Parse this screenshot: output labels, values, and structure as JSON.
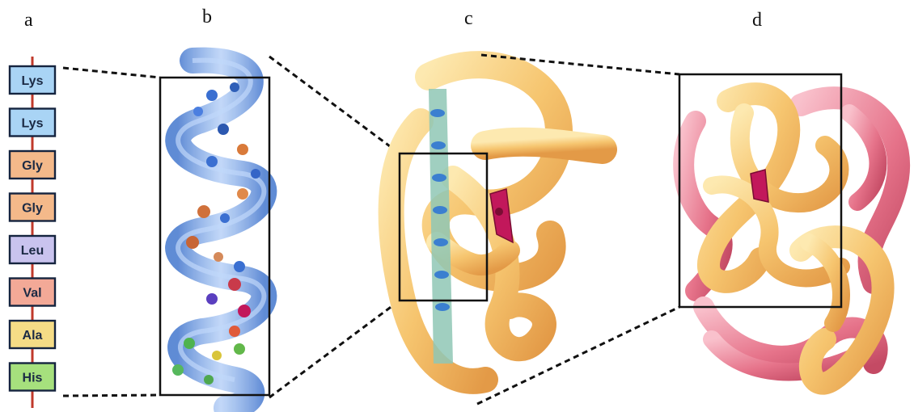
{
  "panels": [
    {
      "id": "a",
      "label": "a"
    },
    {
      "id": "b",
      "label": "b"
    },
    {
      "id": "c",
      "label": "c"
    },
    {
      "id": "d",
      "label": "d"
    }
  ],
  "amino_acids": [
    {
      "name": "Lys",
      "color": "#a9d4f5"
    },
    {
      "name": "Lys",
      "color": "#a9d4f5"
    },
    {
      "name": "Gly",
      "color": "#f4b98a"
    },
    {
      "name": "Gly",
      "color": "#f4b98a"
    },
    {
      "name": "Leu",
      "color": "#c9c3ee"
    },
    {
      "name": "Val",
      "color": "#f3a997"
    },
    {
      "name": "Ala",
      "color": "#f5dc86"
    },
    {
      "name": "His",
      "color": "#a6e07d"
    }
  ],
  "colors": {
    "backbone": "#c0392b",
    "helix": "#5b8fe0",
    "tertiary": "#f5c77a",
    "quaternary_pink": "#e6738a",
    "heme": "#c2185b"
  }
}
